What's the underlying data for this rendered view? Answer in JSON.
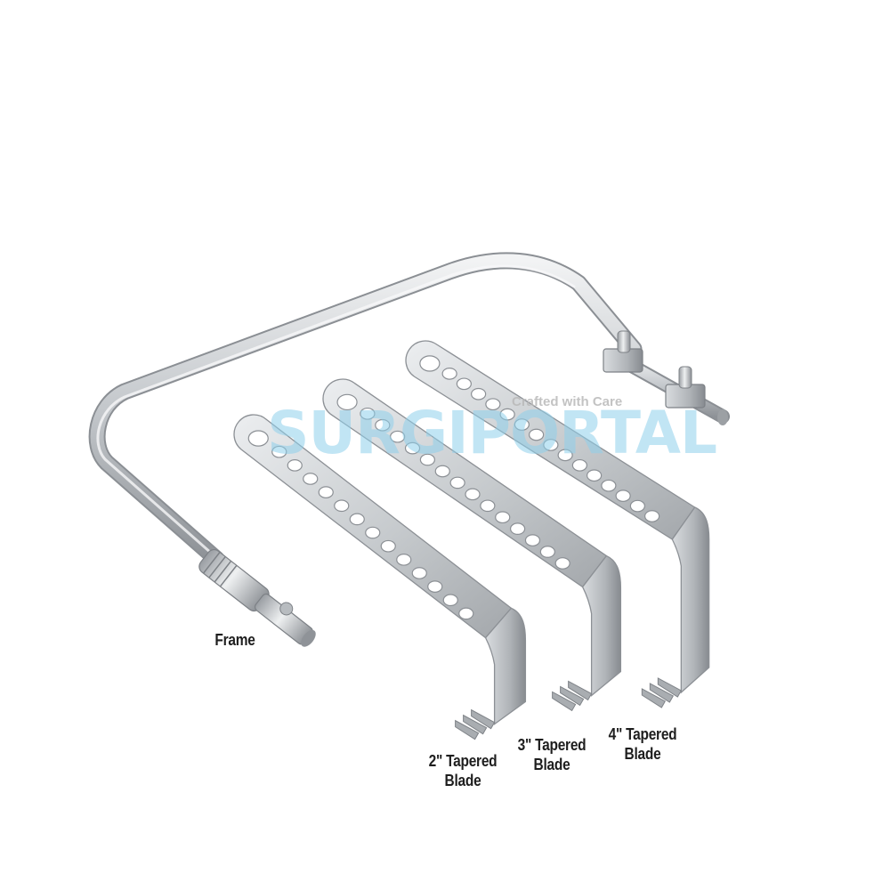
{
  "labels": {
    "frame": "Frame",
    "blade2_line1": "2\" Tapered",
    "blade2_line2": "Blade",
    "blade3_line1": "3\" Tapered",
    "blade3_line2": "Blade",
    "blade4_line1": "4\" Tapered",
    "blade4_line2": "Blade"
  },
  "watermark": {
    "brand": "SURGIPORTAL",
    "tagline": "Crafted with Care"
  },
  "colors": {
    "steel_light": "#e6e8ea",
    "steel_mid": "#b9bdc1",
    "steel_dark": "#8c9095",
    "watermark_blue": "#8fd0ec",
    "label_text": "#1e1e1e"
  }
}
